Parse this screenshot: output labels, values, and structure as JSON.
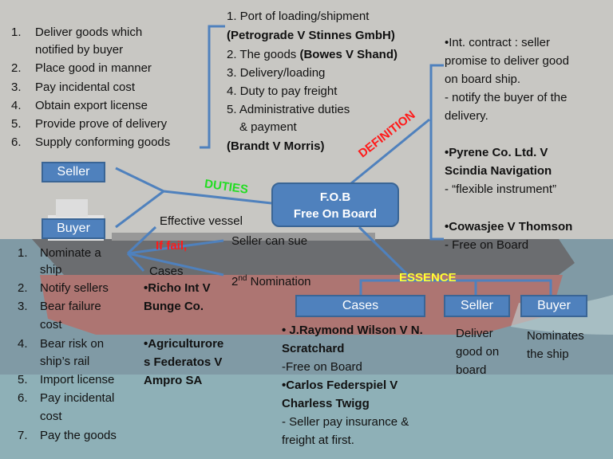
{
  "center": {
    "line1": "F.O.B",
    "line2": "Free On Board"
  },
  "seller_box": "Seller",
  "buyer_box": "Buyer",
  "labels": {
    "duties": "DUTIES",
    "definition": "DEFINITION",
    "essence": "ESSENCE",
    "if_fail": "If fail,"
  },
  "seller_duties": [
    {
      "n": "1.",
      "lines": [
        "Deliver goods which",
        "notified by buyer"
      ]
    },
    {
      "n": "2.",
      "lines": [
        "Place good in manner"
      ]
    },
    {
      "n": "3.",
      "lines": [
        "Pay incidental cost"
      ]
    },
    {
      "n": "4.",
      "lines": [
        "Obtain export license"
      ]
    },
    {
      "n": "5.",
      "lines": [
        "Provide prove of delivery"
      ]
    },
    {
      "n": "6.",
      "lines": [
        "Supply conforming goods"
      ]
    }
  ],
  "duty_topics": [
    {
      "text": "1. Port of loading/shipment",
      "bold": false
    },
    {
      "text": "(Petrograde V Stinnes GmbH)",
      "bold": true
    },
    {
      "text": "2. The goods ",
      "case": "(Bowes V Shand)"
    },
    {
      "text": "3. Delivery/loading",
      "bold": false
    },
    {
      "text": "4. Duty to pay freight",
      "bold": false
    },
    {
      "text": "5. Administrative duties",
      "bold": false
    },
    {
      "text": "& payment",
      "bold": false
    },
    {
      "text": "(Brandt V Morris)",
      "bold": true
    }
  ],
  "definition": {
    "p1": [
      "•Int. contract : seller",
      "promise to deliver good",
      "on board ship.",
      "- notify the buyer of the",
      "delivery."
    ],
    "p2_bold": [
      "•Pyrene Co. Ltd. V",
      "Scindia Navigation"
    ],
    "p2": "- “flexible instrument”",
    "p3_bold": "•Cowasjee V Thomson",
    "p3": "- Free on Board"
  },
  "buyer_duties": [
    {
      "n": "1.",
      "lines": [
        "Nominate a",
        "ship"
      ]
    },
    {
      "n": "2.",
      "lines": [
        "Notify sellers"
      ]
    },
    {
      "n": "3.",
      "lines": [
        "Bear failure",
        "cost"
      ]
    },
    {
      "n": "4.",
      "lines": [
        "Bear risk on",
        "ship’s rail"
      ]
    },
    {
      "n": "5.",
      "lines": [
        "Import license"
      ]
    },
    {
      "n": "6.",
      "lines": [
        "Pay incidental",
        "cost"
      ]
    },
    {
      "n": "7.",
      "lines": [
        "Pay the goods"
      ]
    }
  ],
  "vessel": {
    "effective": "Effective vessel",
    "seller_sue": "Seller can sue",
    "cases": "Cases",
    "second_pre": "2",
    "second_sup": "nd",
    "second_post": " Nomination"
  },
  "vessel_cases": [
    "•Richo Int V",
    "Bunge Co.",
    "•Agriculturore",
    "s Federatos V",
    "Ampro SA"
  ],
  "essence": {
    "cases_box": "Cases",
    "seller_box": "Seller",
    "buyer_box": "Buyer",
    "cases": {
      "c1_bold": [
        "• J.Raymond Wilson V N.",
        "Scratchard"
      ],
      "c1": "-Free on Board",
      "c2_bold": [
        "•Carlos Federspiel V",
        "Charless Twigg"
      ],
      "c2": [
        "- Seller pay insurance &",
        "freight at first."
      ]
    },
    "seller_text": [
      "Deliver",
      "good on",
      "board"
    ],
    "buyer_text": [
      "Nominates",
      "the ship"
    ]
  },
  "colors": {
    "box": "#4f81bd",
    "duties": "#22dd22",
    "definition": "#ff1a1a",
    "essence": "#ffff33",
    "if_fail": "#ff1a1a"
  }
}
